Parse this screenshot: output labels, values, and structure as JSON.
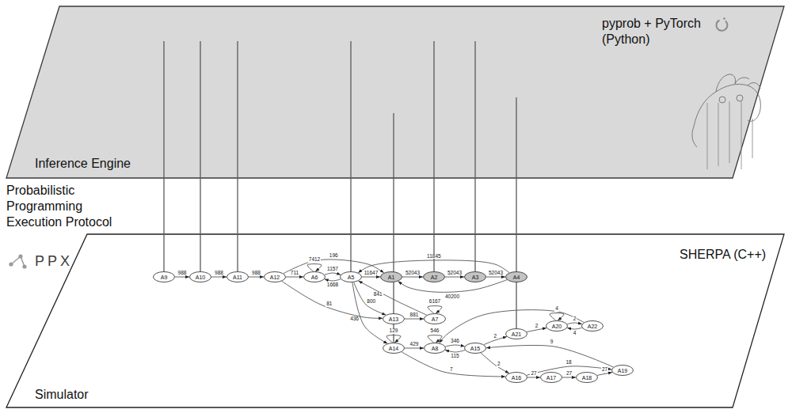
{
  "diagram": {
    "nodes": [
      {
        "text": [
          "pyprob + PyTorch (Python)",
          "Inference Engine"
        ]
      },
      {
        "text": [
          "SHERPA (C++)",
          "Simulator"
        ]
      },
      {
        "text": [
          "A9"
        ],
        "in": 1
      },
      {
        "text": [
          "A10"
        ],
        "in": 1
      },
      {
        "text": [
          "A11"
        ],
        "in": 1
      },
      {
        "text": [
          "A12"
        ],
        "in": 1
      },
      {
        "text": [
          "A6"
        ],
        "in": 1
      },
      {
        "text": [
          "A5"
        ],
        "in": 1
      },
      {
        "text": [
          "A1"
        ],
        "in": 1
      },
      {
        "text": [
          "A2"
        ],
        "in": 1
      },
      {
        "text": [
          "A3"
        ],
        "in": 1
      },
      {
        "text": [
          "A4"
        ],
        "in": 1
      },
      {
        "text": [
          "A13"
        ],
        "in": 1
      },
      {
        "text": [
          "A7"
        ],
        "in": 1
      },
      {
        "text": [
          "A14"
        ],
        "in": 1
      },
      {
        "text": [
          "A8"
        ],
        "in": 1
      },
      {
        "text": [
          "A15"
        ],
        "in": 1
      },
      {
        "text": [
          "A21"
        ],
        "in": 1
      },
      {
        "text": [
          "A20"
        ],
        "in": 1
      },
      {
        "text": [
          "A22"
        ],
        "in": 1
      },
      {
        "text": [
          "A16"
        ],
        "in": 1
      },
      {
        "text": [
          "A17"
        ],
        "in": 1
      },
      {
        "text": [
          "A18"
        ],
        "in": 1
      },
      {
        "text": [
          "A19"
        ],
        "in": 1
      }
    ],
    "edges": [
      {
        "from": 2,
        "to": 3,
        "arrow": "to",
        "label": "988"
      },
      {
        "from": 3,
        "to": 4,
        "arrow": "to",
        "label": "988"
      },
      {
        "from": 4,
        "to": 5,
        "arrow": "to",
        "label": "988"
      },
      {
        "from": 5,
        "to": 6,
        "arrow": "to",
        "label": "711"
      },
      {
        "from": 6,
        "to": 6,
        "arrow": "to",
        "label": "7412"
      },
      {
        "from": 6,
        "to": 7,
        "arrow": "to",
        "label": "1157"
      },
      {
        "from": 7,
        "to": 6,
        "arrow": "to",
        "label": "1668"
      },
      {
        "from": 5,
        "to": 8,
        "arrow": "to",
        "label": "196"
      },
      {
        "from": 7,
        "to": 8,
        "arrow": "to",
        "label": "11647"
      },
      {
        "from": 8,
        "to": 9,
        "arrow": "to",
        "label": "52043"
      },
      {
        "from": 9,
        "to": 10,
        "arrow": "to",
        "label": "52043"
      },
      {
        "from": 10,
        "to": 11,
        "arrow": "to",
        "label": "52043"
      },
      {
        "from": 11,
        "to": 7,
        "arrow": "to",
        "label": "11845"
      },
      {
        "from": 11,
        "to": 8,
        "arrow": "to",
        "label": "40200"
      },
      {
        "from": 5,
        "to": 12,
        "arrow": "to",
        "label": "81"
      },
      {
        "from": 7,
        "to": 12,
        "arrow": "to",
        "label": "800"
      },
      {
        "from": 7,
        "to": 14,
        "arrow": "to",
        "label": "436"
      },
      {
        "from": 12,
        "to": 13,
        "arrow": "to",
        "label": "881"
      },
      {
        "from": 13,
        "to": 13,
        "arrow": "to",
        "label": "6167"
      },
      {
        "from": 13,
        "to": 7,
        "arrow": "to",
        "label": "841"
      },
      {
        "from": 14,
        "to": 14,
        "arrow": "to",
        "label": "129"
      },
      {
        "from": 14,
        "to": 15,
        "arrow": "to",
        "label": "429"
      },
      {
        "from": 15,
        "to": 15,
        "arrow": "to",
        "label": "546"
      },
      {
        "from": 15,
        "to": 16,
        "arrow": "to",
        "label": "346"
      },
      {
        "from": 16,
        "to": 15,
        "arrow": "to",
        "label": "115"
      },
      {
        "from": 14,
        "to": 20,
        "arrow": "to",
        "label": "7"
      },
      {
        "from": 16,
        "to": 17,
        "arrow": "to",
        "label": "2"
      },
      {
        "from": 16,
        "to": 20,
        "arrow": "to",
        "label": "2"
      },
      {
        "from": 17,
        "to": 18,
        "arrow": "to",
        "label": "2"
      },
      {
        "from": 18,
        "to": 18,
        "arrow": "to",
        "label": "4"
      },
      {
        "from": 18,
        "to": 19,
        "arrow": "to",
        "label": "2"
      },
      {
        "from": 19,
        "to": 18,
        "arrow": "to",
        "label": "4"
      },
      {
        "from": 19,
        "to": 15,
        "arrow": "to"
      },
      {
        "from": 23,
        "to": 16,
        "arrow": "to",
        "label": "9"
      },
      {
        "from": 20,
        "to": 23,
        "arrow": "to",
        "label": "18"
      },
      {
        "from": 20,
        "to": 21,
        "arrow": "to",
        "label": "27"
      },
      {
        "from": 21,
        "to": 22,
        "arrow": "to",
        "label": "27"
      },
      {
        "from": 22,
        "to": 23,
        "arrow": "to",
        "label": "27"
      },
      {
        "from": 0,
        "to": 2,
        "arrow": "none"
      },
      {
        "from": 0,
        "to": 3,
        "arrow": "none"
      },
      {
        "from": 0,
        "to": 4,
        "arrow": "none"
      },
      {
        "from": 0,
        "to": 7,
        "arrow": "none"
      },
      {
        "from": 0,
        "to": 14,
        "arrow": "none"
      },
      {
        "from": 0,
        "to": 9,
        "arrow": "none"
      },
      {
        "from": 0,
        "to": 10,
        "arrow": "none"
      },
      {
        "from": 0,
        "to": 17,
        "arrow": "none"
      }
    ],
    "labels": [
      "Probabilistic Programming Execution Protocol",
      "PPX"
    ]
  }
}
